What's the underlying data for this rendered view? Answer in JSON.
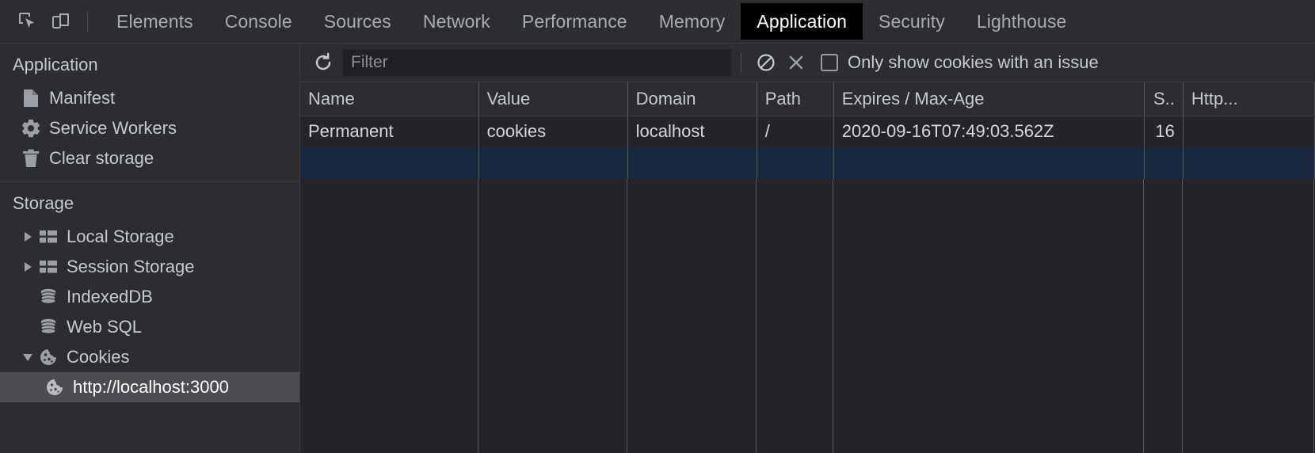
{
  "tabbar": {
    "inspect_icon": "inspect-element-icon",
    "device_icon": "device-toolbar-icon",
    "tabs": [
      {
        "label": "Elements",
        "active": false
      },
      {
        "label": "Console",
        "active": false
      },
      {
        "label": "Sources",
        "active": false
      },
      {
        "label": "Network",
        "active": false
      },
      {
        "label": "Performance",
        "active": false
      },
      {
        "label": "Memory",
        "active": false
      },
      {
        "label": "Application",
        "active": true
      },
      {
        "label": "Security",
        "active": false
      },
      {
        "label": "Lighthouse",
        "active": false
      }
    ]
  },
  "sidebar": {
    "application_section": {
      "title": "Application",
      "items": [
        {
          "label": "Manifest",
          "icon": "manifest-document-icon"
        },
        {
          "label": "Service Workers",
          "icon": "gear-icon"
        },
        {
          "label": "Clear storage",
          "icon": "trash-icon"
        }
      ]
    },
    "storage_section": {
      "title": "Storage",
      "items": [
        {
          "label": "Local Storage",
          "icon": "table-grid-icon",
          "twisty": "collapsed"
        },
        {
          "label": "Session Storage",
          "icon": "table-grid-icon",
          "twisty": "collapsed"
        },
        {
          "label": "IndexedDB",
          "icon": "database-icon",
          "twisty": "none"
        },
        {
          "label": "Web SQL",
          "icon": "database-icon",
          "twisty": "none"
        },
        {
          "label": "Cookies",
          "icon": "cookie-icon",
          "twisty": "expanded"
        }
      ],
      "cookie_origin": {
        "label": "http://localhost:3000",
        "icon": "cookie-icon",
        "selected": true
      }
    }
  },
  "toolbar": {
    "refresh_icon": "refresh-icon",
    "filter_placeholder": "Filter",
    "filter_value": "",
    "clear_all_icon": "clear-all-circle-slash-icon",
    "delete_icon": "delete-x-icon",
    "only_issues_label": "Only show cookies with an issue",
    "only_issues_checked": false
  },
  "table": {
    "columns": [
      "Name",
      "Value",
      "Domain",
      "Path",
      "Expires / Max-Age",
      "S..",
      "Http..."
    ],
    "rows": [
      {
        "name": "Permanent",
        "value": "cookies",
        "domain": "localhost",
        "path": "/",
        "expires": "2020-09-16T07:49:03.562Z",
        "size": "16",
        "httponly": ""
      },
      {
        "name": "",
        "value": "",
        "domain": "",
        "path": "",
        "expires": "",
        "size": "",
        "httponly": "",
        "selected": true
      }
    ]
  },
  "colors": {
    "background": "#242528",
    "panel": "#2b2d30",
    "selected_row": "#17283f",
    "selected_tree": "#4b4d51",
    "text": "#c6c9cd",
    "active_tab_bg": "#000000"
  }
}
